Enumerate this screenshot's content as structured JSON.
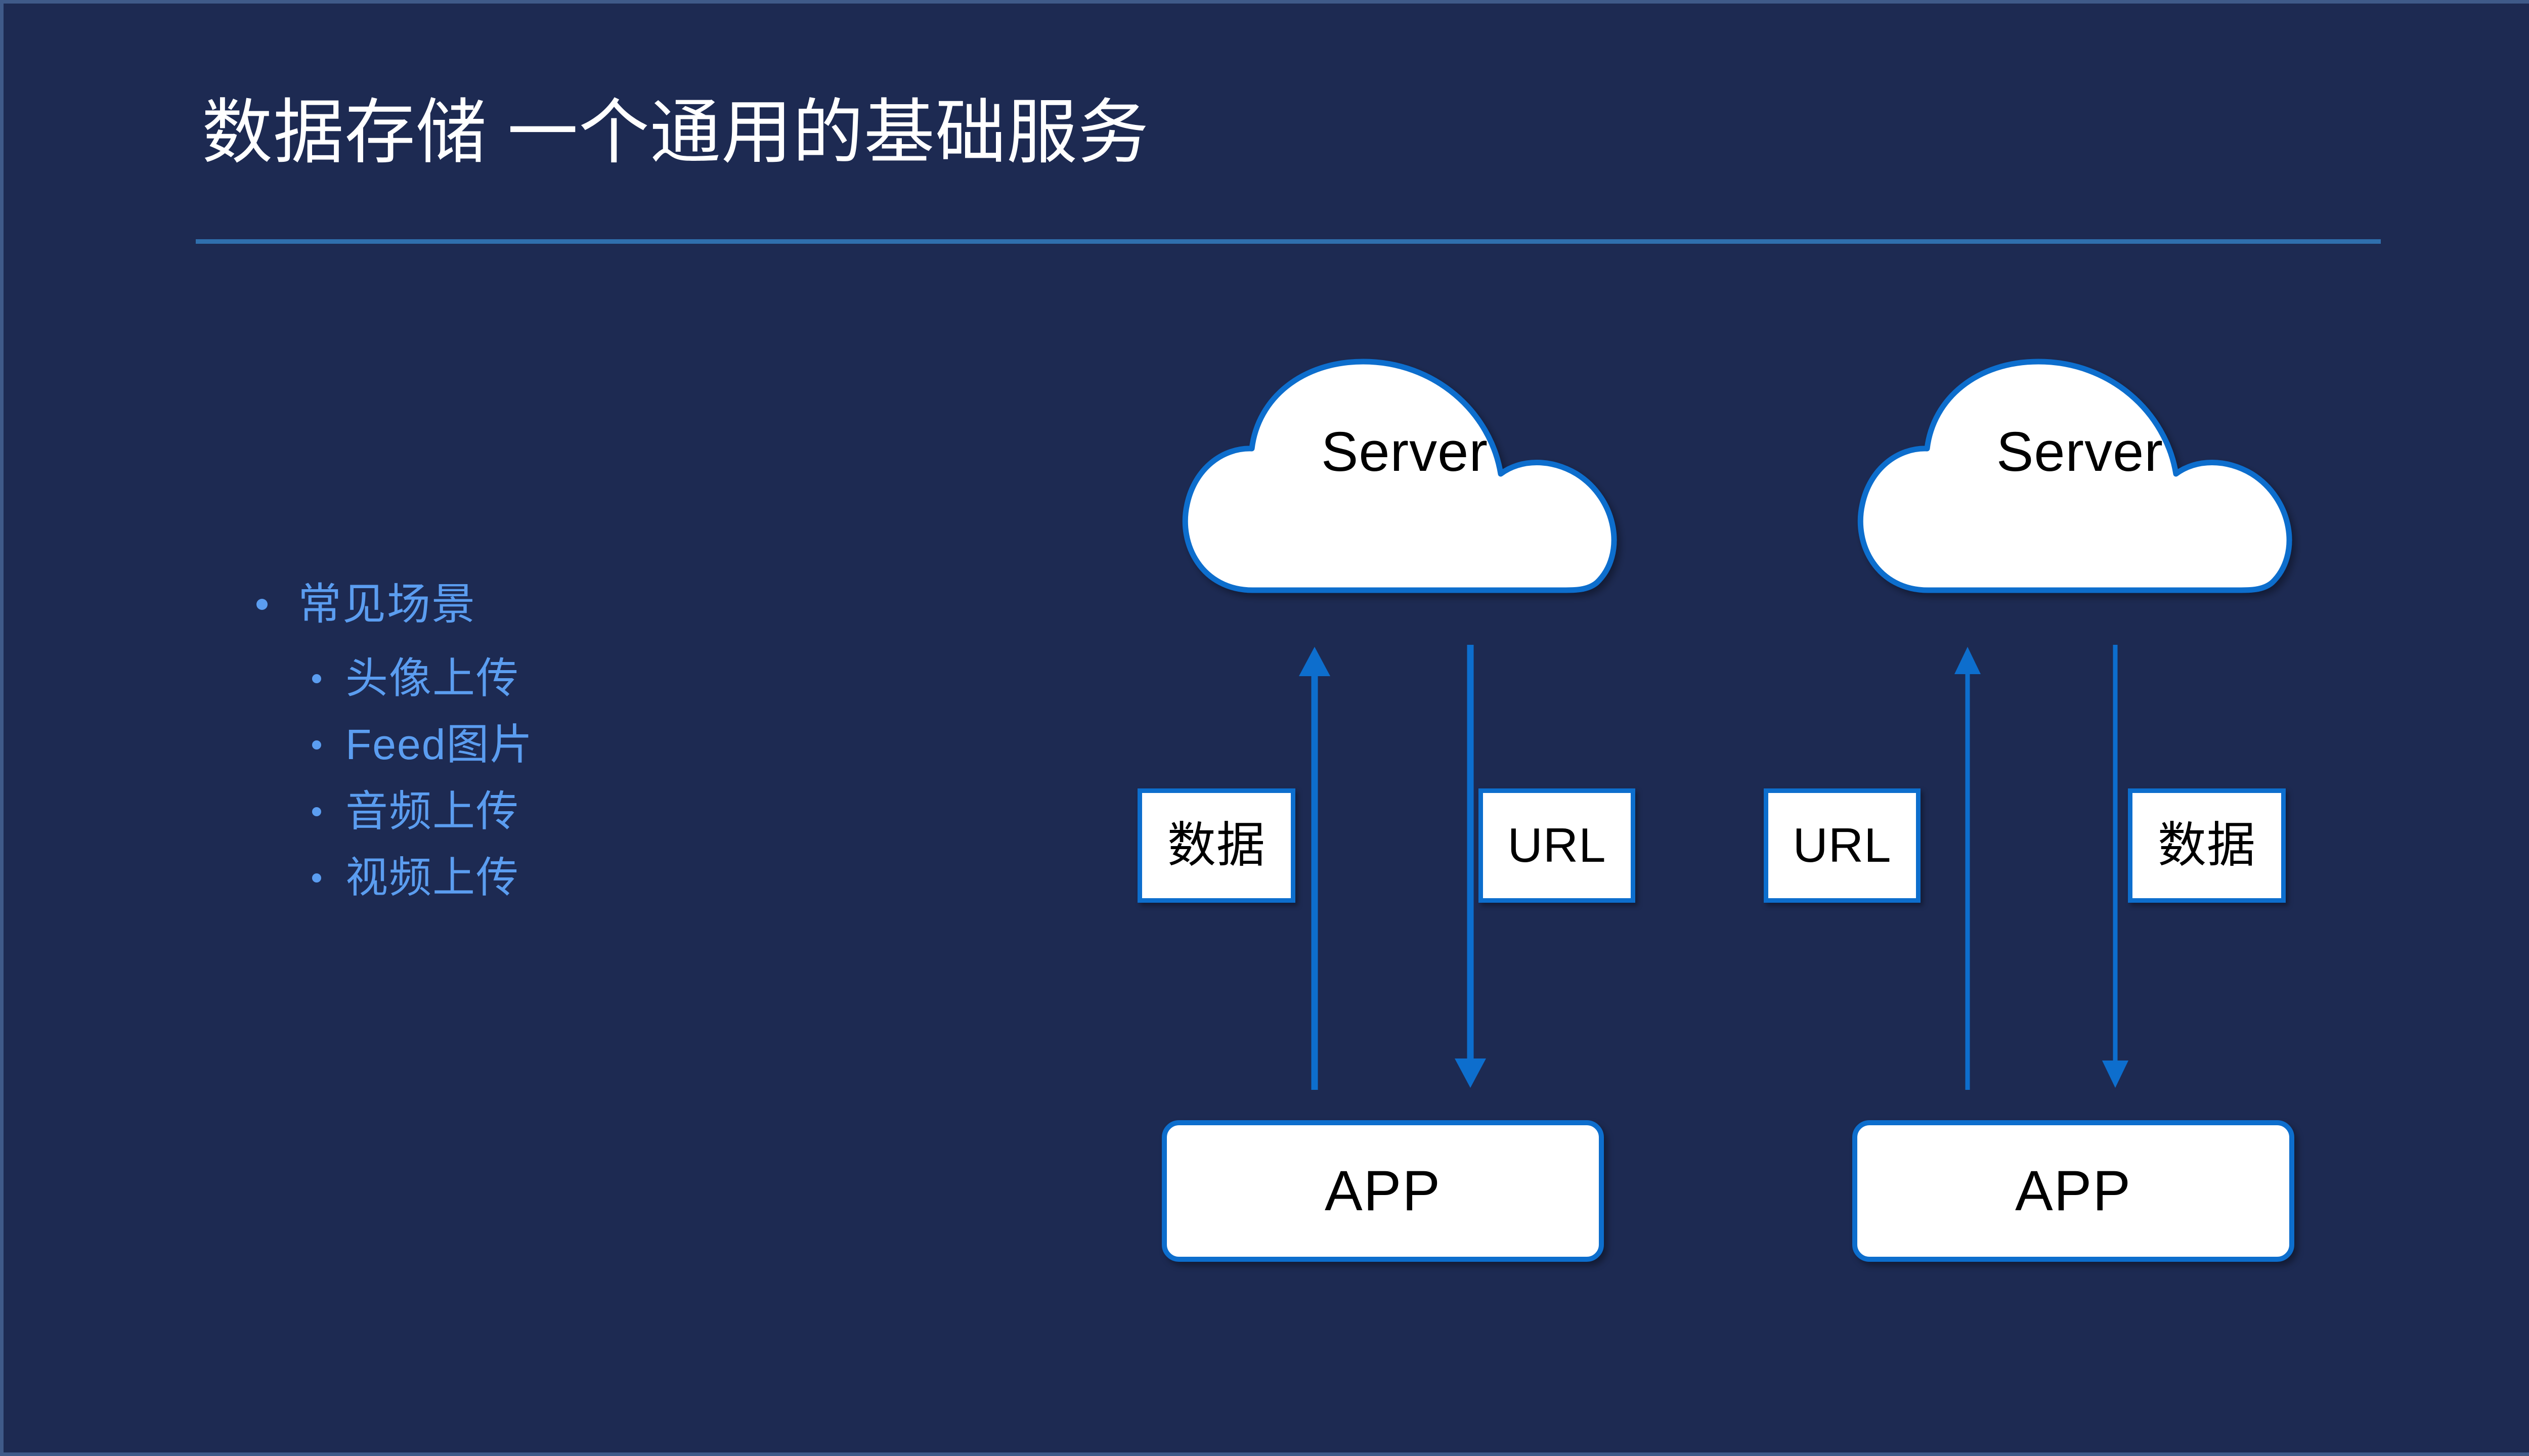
{
  "slide": {
    "title": "数据存储 一个通用的基础服务",
    "background_color": "#1d2a52",
    "border_color": "#3f5a89",
    "divider_color": "#2f6fad",
    "accent_color": "#0d6ecd",
    "bullet_text_color": "#5b9df0",
    "title_color": "#ffffff"
  },
  "bullets": [
    {
      "level": 1,
      "label": "常见场景"
    },
    {
      "level": 2,
      "label": "头像上传"
    },
    {
      "level": 2,
      "label": "Feed图片"
    },
    {
      "level": 2,
      "label": "音频上传"
    },
    {
      "level": 2,
      "label": "视频上传"
    }
  ],
  "diagrams": [
    {
      "id": "left",
      "cloud_label": "Server",
      "app_label": "APP",
      "flows": [
        {
          "label": "数据",
          "direction": "up",
          "position": "left"
        },
        {
          "label": "URL",
          "direction": "down",
          "position": "right"
        }
      ]
    },
    {
      "id": "right",
      "cloud_label": "Server",
      "app_label": "APP",
      "flows": [
        {
          "label": "URL",
          "direction": "up",
          "position": "left"
        },
        {
          "label": "数据",
          "direction": "down",
          "position": "right"
        }
      ]
    }
  ]
}
